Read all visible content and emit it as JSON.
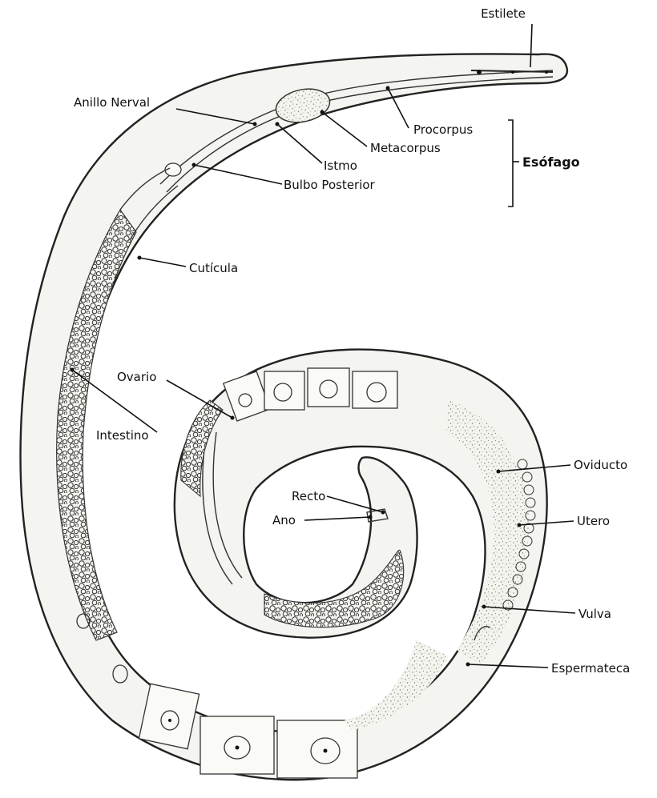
{
  "labels": {
    "estilete": "Estilete",
    "anillo_nerval": "Anillo Nerval",
    "procorpus": "Procorpus",
    "metacorpus": "Metacorpus",
    "istmo": "Istmo",
    "esofago": "Esófago",
    "bulbo_posterior": "Bulbo Posterior",
    "cuticula": "Cutícula",
    "ovario": "Ovario",
    "intestino": "Intestino",
    "oviducto": "Oviducto",
    "recto": "Recto",
    "ano": "Ano",
    "utero": "Utero",
    "vulva": "Vulva",
    "espermateca": "Espermateca"
  }
}
